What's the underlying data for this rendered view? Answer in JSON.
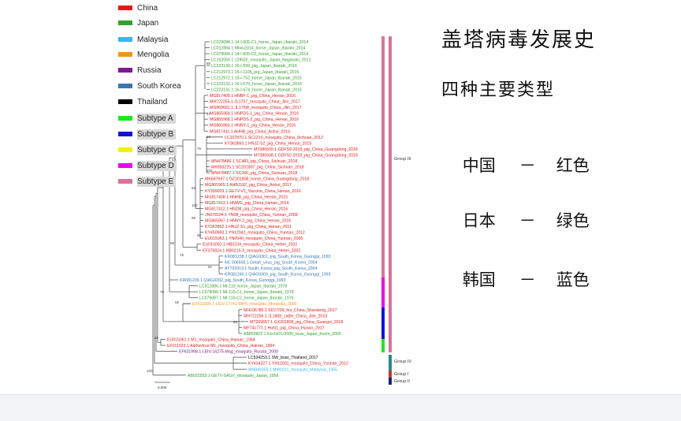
{
  "legend": {
    "country_items": [
      {
        "label": "China",
        "color": "#e31a1c"
      },
      {
        "label": "Japan",
        "color": "#33a02c"
      },
      {
        "label": "Malaysia",
        "color": "#36b8e8"
      },
      {
        "label": "Mengolia",
        "color": "#f7941d"
      },
      {
        "label": "Russia",
        "color": "#7a1a8e"
      },
      {
        "label": "South Korea",
        "color": "#3a76b0"
      },
      {
        "label": "Thailand",
        "color": "#000000"
      }
    ],
    "subtype_items": [
      {
        "label": "Subtype A",
        "color": "#1ee81e"
      },
      {
        "label": "Subtype B",
        "color": "#1212d8"
      },
      {
        "label": "Subtype C",
        "color": "#f0f000"
      },
      {
        "label": "Subtype D",
        "color": "#ee00ee"
      },
      {
        "label": "Subtype E",
        "color": "#d9739b"
      }
    ]
  },
  "tree": {
    "leaves": [
      {
        "label": "LC079088.1 14-I-605-C1_horse_Japan_Ibaraki_2014",
        "color": "#33a02c"
      },
      {
        "label": "LC012884.1 MIwu2014_horse_Japan_Ibaraki_2014",
        "color": "#33a02c"
      },
      {
        "label": "LC079089.1 14-I-605-C2_horse_Japan_Ibaraki_2014",
        "color": "#33a02c"
      },
      {
        "label": "LC152056.1 12IN26_mosquito_Japan_Nagasaki_2012",
        "color": "#33a02c"
      },
      {
        "label": "LC223130.1 16-I-599_pig_Japan_Ibaraki_2016",
        "color": "#33a02c"
      },
      {
        "label": "LC212973.1 15-I-1105_pig_Japan_Ibaraki_2015",
        "color": "#33a02c"
      },
      {
        "label": "LC212972.1 15-I-752_horse_Japan_Ibaraki_2015",
        "color": "#33a02c"
      },
      {
        "label": "LC223132.1 16-I-676_horse_Japan_Ibaraki_2016",
        "color": "#33a02c"
      },
      {
        "label": "LC223131.1 16-I-674_horse_Japan_Ibaraki_2016",
        "color": "#33a02c"
      },
      {
        "label": "MG817409.1 HNBF-1_pig_China_Henan_2016",
        "color": "#e31a1c"
      },
      {
        "label": "MH722255.1 JL1707_mosquito_China_Jilin_2017",
        "color": "#e31a1c"
      },
      {
        "label": "MG869691.1 JL17/08_mosquito_China_Jilin_2017",
        "color": "#e31a1c"
      },
      {
        "label": "MG865969.1 HNPDS-1_pig_China_Henan_2016",
        "color": "#e31a1c"
      },
      {
        "label": "MG865968.1 HNPDS-2_pig_China_Henan_2016",
        "color": "#e31a1c"
      },
      {
        "label": "MG865966.1 HNNY-1_pig_China_Henan_2016",
        "color": "#e31a1c"
      },
      {
        "label": "MG817411.1 AHHB_pig_China_Anhui_2016",
        "color": "#e31a1c"
      },
      {
        "label": "LC107870.1 SC1210_mosquito_China_Sichuan_2012",
        "color": "#e31a1c"
      },
      {
        "label": "KY363863.1 HNJZ-S2_pig_China_Henan_2015",
        "color": "#e31a1c"
      },
      {
        "label": "MT086509.1 GDFS9-2018_pig_China_Guangdong_2018",
        "color": "#e31a1c"
      },
      {
        "label": "MT086508.1 GDFS2-2018_pig_China_Guangdong_2018",
        "color": "#e31a1c"
      },
      {
        "label": "MN478486.1 SC483_pig_China_Sichuan_2018",
        "color": "#e31a1c"
      },
      {
        "label": "MK693225.1 SC201807_pig_China_Sichuan_2018",
        "color": "#e31a1c"
      },
      {
        "label": "MN478487.1 SC266_pig_China_Sichuan_2018",
        "color": "#e31a1c"
      },
      {
        "label": "MK687997.1 GZ201808_horse_China_Guangdong_2018",
        "color": "#e31a1c"
      },
      {
        "label": "MG865965.1 AHBJ192_pig_China_Anhui_2017",
        "color": "#e31a1c"
      },
      {
        "label": "KY399029.1 GETV-V1_Vaccine_China_Henan_2016",
        "color": "#e31a1c"
      },
      {
        "label": "MG817408.1 HNHB_pig_China_Henan_2016",
        "color": "#e31a1c"
      },
      {
        "label": "MG817413.1 HNWG_pig_China_Henan_2016",
        "color": "#e31a1c"
      },
      {
        "label": "MG817412.1 HNZM_pig_China_Henan_2016",
        "color": "#e31a1c"
      },
      {
        "label": "JN578104.1 YN08_mosquito_China_Yunnan_2008",
        "color": "#e31a1c"
      },
      {
        "label": "MG865967.1 HNNY-2_pig_China_Henan_2016",
        "color": "#e31a1c"
      },
      {
        "label": "KY363862.1 HNJZ-S1_pig_China_Henan_2011",
        "color": "#e31a1c"
      },
      {
        "label": "KY450683.1 YN12042_mosquito_China_Yunnan_2012",
        "color": "#e31a1c"
      },
      {
        "label": "EU015063.1 YN0540_mosquito_China_Yunnan_2005",
        "color": "#e31a1c"
      },
      {
        "label": "EU015062.1 HB0234_mosquito_China_Hebei_2002",
        "color": "#e31a1c"
      },
      {
        "label": "EF375824.1 HB0215-3_mosquito_China_Hebei_2002",
        "color": "#e31a1c"
      },
      {
        "label": "KR081238.1 QIAG9301_pig_South_Korea_Gyonggi_1993",
        "color": "#3a76b0"
      },
      {
        "label": "NC 006558.1 Getah_virus_pig_South_Korea_2004",
        "color": "#3a76b0"
      },
      {
        "label": "AY702913.1 South_Korea_pig_South_Korea_2004",
        "color": "#3a76b0"
      },
      {
        "label": "KR081240.1 QIAG9303_pig_South_Korea_Gyonggi_1993",
        "color": "#3a76b0"
      },
      {
        "label": "KR081239.1 QIAG9302_pig_South_Korea_Gyonggi_1993",
        "color": "#3a76b0"
      },
      {
        "label": "LC012886.1 MI-110_horse_Japan_Ibaraki_1978",
        "color": "#33a02c"
      },
      {
        "label": "LC079086.1 MI-110-C1_horse_Japan_Ibaraki_1978",
        "color": "#33a02c"
      },
      {
        "label": "LC079087.1 MI-110-C2_horse_Japan_Ibaraki_1976",
        "color": "#33a02c"
      },
      {
        "label": "EF631999.1 LEIV-17741-MPR_mosquito_Mongolia_2000",
        "color": "#f7941d"
      },
      {
        "label": "MH106780.1 SD17/09_fox_China_Shandong_2017",
        "color": "#e31a1c"
      },
      {
        "label": "MH722256.1 JL1808_cattle_China_Jilin_2018",
        "color": "#e31a1c"
      },
      {
        "label": "MT269657.1 GX201808_pig_China_Guangxi_2018",
        "color": "#e31a1c"
      },
      {
        "label": "MF741771.1 HuN1_pig_China_Hunan_2017",
        "color": "#e31a1c"
      },
      {
        "label": "AB859822.1 Kochi/01/2005_boar_Japan_Kochi_2005",
        "color": "#33a02c"
      },
      {
        "label": "EU015061.1 M1_mosquito_China_Hainan_1964",
        "color": "#e31a1c"
      },
      {
        "label": "EF011023.1 Alphavirus-M1_mosquito_China_Hainan_1964",
        "color": "#e31a1c"
      },
      {
        "label": "EF631998.1 LEIV-16275-Mag_mosquito_Russia_2000",
        "color": "#7a1a8e"
      },
      {
        "label": "LC534253.1 SW_boar_Thailand_2017",
        "color": "#000000"
      },
      {
        "label": "KY434327.1 YN12031_mosquito_China_Yunnan_2012",
        "color": "#e31a1c"
      },
      {
        "label": "MN849355.1 MM2021_mosquito_Malaysia_1955",
        "color": "#36b8e8"
      },
      {
        "label": "AB032553.1 GETV-SAGV_mosquito_Japan_1956",
        "color": "#33a02c"
      }
    ],
    "bootstrap_values": [
      "69",
      "27",
      "66",
      "76",
      "93",
      "100",
      "64",
      "100",
      "99",
      "98",
      "99",
      "75",
      "61",
      "79",
      "65",
      "99",
      "95",
      "100"
    ],
    "scale_bar_label": "0.005",
    "group_labels": [
      "Group III",
      "Group IV",
      "Group I",
      "Group II"
    ],
    "group_colors": [
      "#d9739b",
      "#2a8a8a",
      "#c0392b",
      "#1a237e"
    ],
    "subtype_bar_colors": [
      "#d9739b",
      "#ee00ee",
      "#1212d8",
      "#1ee81e"
    ]
  },
  "side_panel": {
    "title": "盖塔病毒发展史",
    "subtitle": "四种主要类型",
    "lines": [
      {
        "country": "中国",
        "dash": "－",
        "color_name": "红色"
      },
      {
        "country": "日本",
        "dash": "－",
        "color_name": "绿色"
      },
      {
        "country": "韩国",
        "dash": "－",
        "color_name": "蓝色"
      }
    ]
  }
}
